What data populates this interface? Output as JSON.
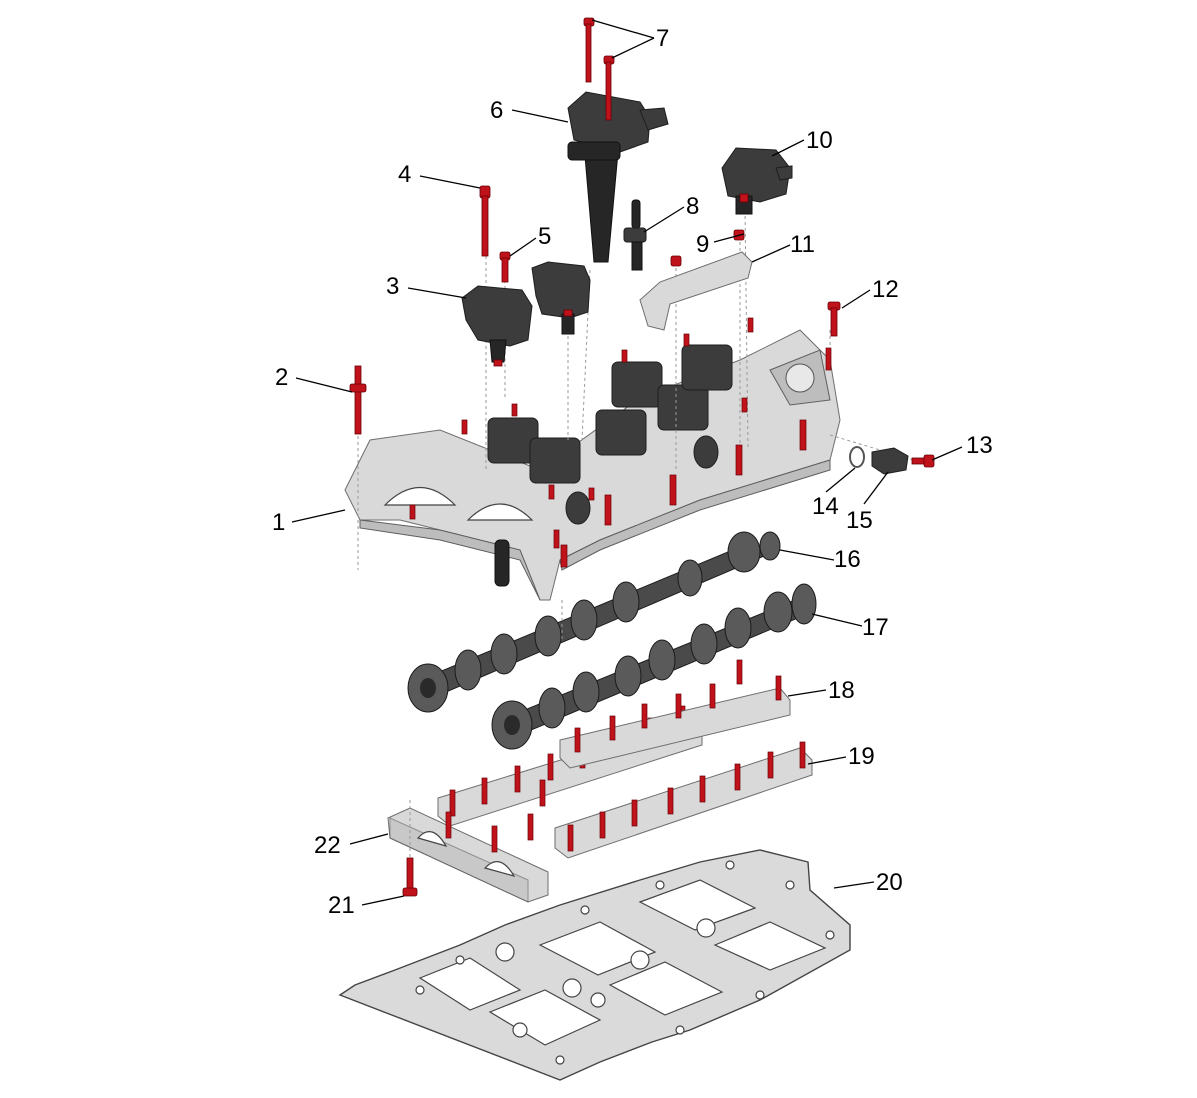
{
  "diagram": {
    "callouts": [
      "1",
      "2",
      "3",
      "4",
      "5",
      "6",
      "7",
      "8",
      "9",
      "10",
      "11",
      "12",
      "13",
      "14",
      "15",
      "16",
      "17",
      "18",
      "19",
      "20",
      "21",
      "22"
    ]
  },
  "colors": {
    "bolt": "#c0121a",
    "housing": "#d9d9d9",
    "coil": "#3c3c3c",
    "camshaft": "#4a4a4a",
    "gasket": "#dadada"
  }
}
